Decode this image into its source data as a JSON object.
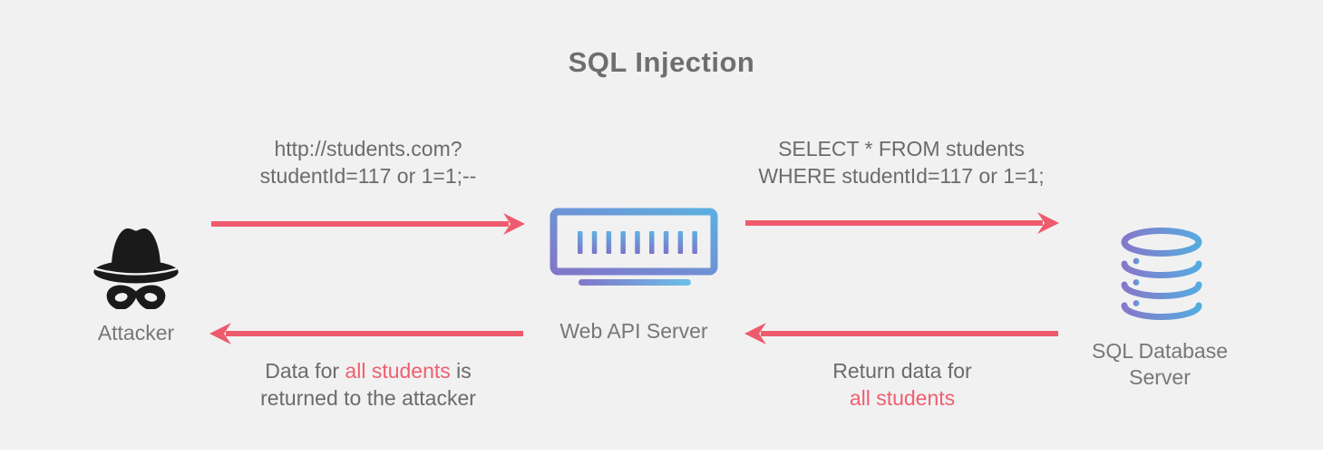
{
  "title": "SQL Injection",
  "palette": {
    "background": "#f1f1f2",
    "text_gray": "#6b6b6d",
    "label_gray": "#77777a",
    "arrow_red": "#ee5b6d",
    "highlight_red": "#ef5f6f",
    "attacker_icon_black": "#1a1a1a",
    "gradient_purple": "#8276c9",
    "gradient_blue": "#5cafe1"
  },
  "nodes": {
    "attacker": {
      "label": "Attacker",
      "icon": "spy-icon"
    },
    "web_api_server": {
      "label": "Web API Server",
      "icon": "server-icon"
    },
    "sql_database_server": {
      "label_line1": "SQL Database",
      "label_line2": "Server",
      "icon": "database-icon"
    }
  },
  "flows": {
    "attacker_request": {
      "line1": "http://students.com?",
      "line2": "studentId=117 or 1=1;--",
      "direction": "right"
    },
    "sql_query": {
      "line1": "SELECT * FROM students",
      "line2": "WHERE studentId=117 or 1=1;",
      "direction": "right"
    },
    "db_response": {
      "line1": "Return data for",
      "line2_highlight": "all students",
      "direction": "left"
    },
    "attacker_response": {
      "line1_prefix": "Data for ",
      "line1_highlight": "all students",
      "line1_suffix": " is",
      "line2": "returned to the attacker",
      "direction": "left"
    }
  }
}
